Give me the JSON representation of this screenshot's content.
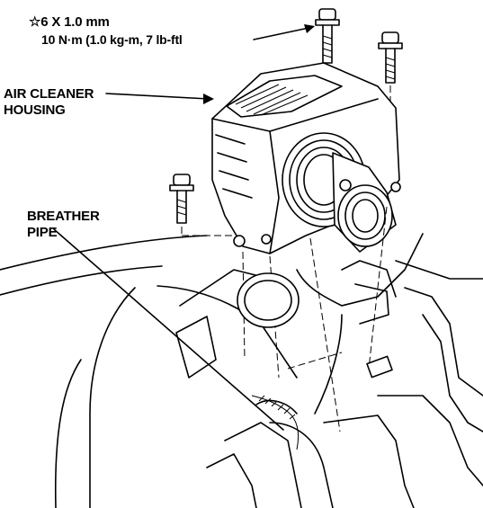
{
  "labels": {
    "bolt_spec_line1": "☆6 X 1.0 mm",
    "bolt_spec_line2": "10 N·m (1.0 kg-m, 7 lb-ftl",
    "air_cleaner_line1": "AIR CLEANER",
    "air_cleaner_line2": "HOUSING",
    "breather_line1": "BREATHER",
    "breather_line2": "PIPE"
  }
}
